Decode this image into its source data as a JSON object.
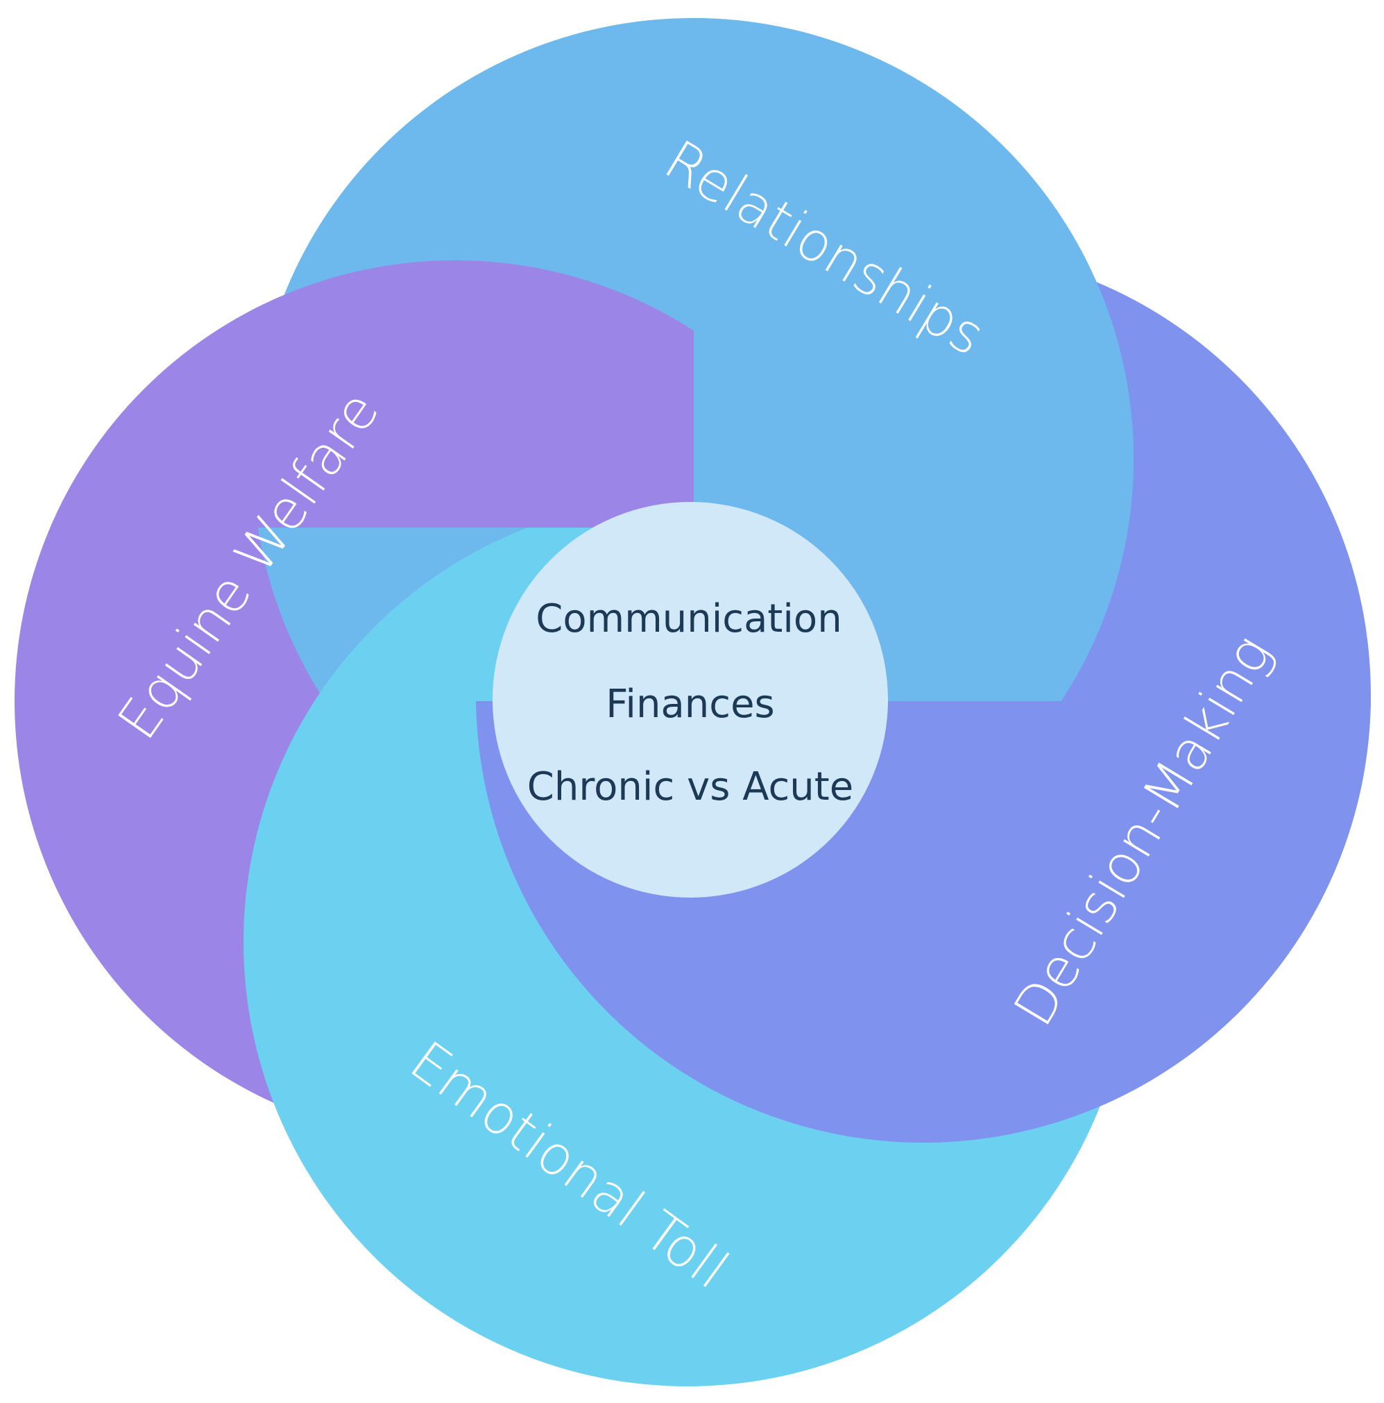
{
  "colors": {
    "background": "#ffffff",
    "relationships": "#6db9ee",
    "equine_welfare": "#9b85e6",
    "decision_making": "#7f92ee",
    "emotional_toll": "#6cd0f0",
    "core": "#d1e8f8",
    "core_text": "#1c3a56",
    "ring_text": "#ffffff"
  },
  "rings": {
    "relationships": {
      "label": "Relationships"
    },
    "equine_welfare": {
      "label": "Equine Welfare"
    },
    "decision_making": {
      "label": "Decision-Making"
    },
    "emotional_toll": {
      "label": "Emotional Toll"
    }
  },
  "core": {
    "items": [
      "Communication",
      "Finances",
      "Chronic vs Acute"
    ]
  }
}
